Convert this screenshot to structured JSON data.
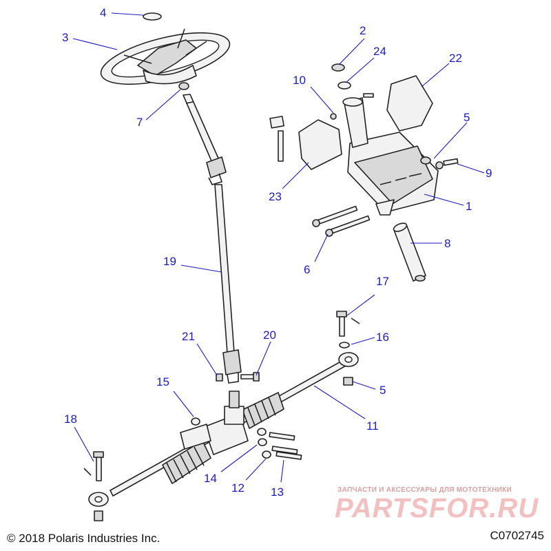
{
  "copyright": "© 2018 Polaris Industries Inc.",
  "diagram_code": "C0702745",
  "watermark": {
    "tagline": "ЗАПЧАСТИ И АКСЕССУАРЫ ДЛЯ МОТОТЕХНИКИ",
    "logo": "PARTSFOR.RU"
  },
  "callouts": {
    "c1": "1",
    "c2": "2",
    "c3": "3",
    "c4": "4",
    "c5a": "5",
    "c5b": "5",
    "c6": "6",
    "c7": "7",
    "c8": "8",
    "c9": "9",
    "c10": "10",
    "c11": "11",
    "c12": "12",
    "c13": "13",
    "c14": "14",
    "c15": "15",
    "c16": "16",
    "c17": "17",
    "c18": "18",
    "c19": "19",
    "c20": "20",
    "c21": "21",
    "c22": "22",
    "c23": "23",
    "c24": "24"
  },
  "colors": {
    "callout": "#1a1ac8",
    "watermark": "#f2c0c0"
  }
}
